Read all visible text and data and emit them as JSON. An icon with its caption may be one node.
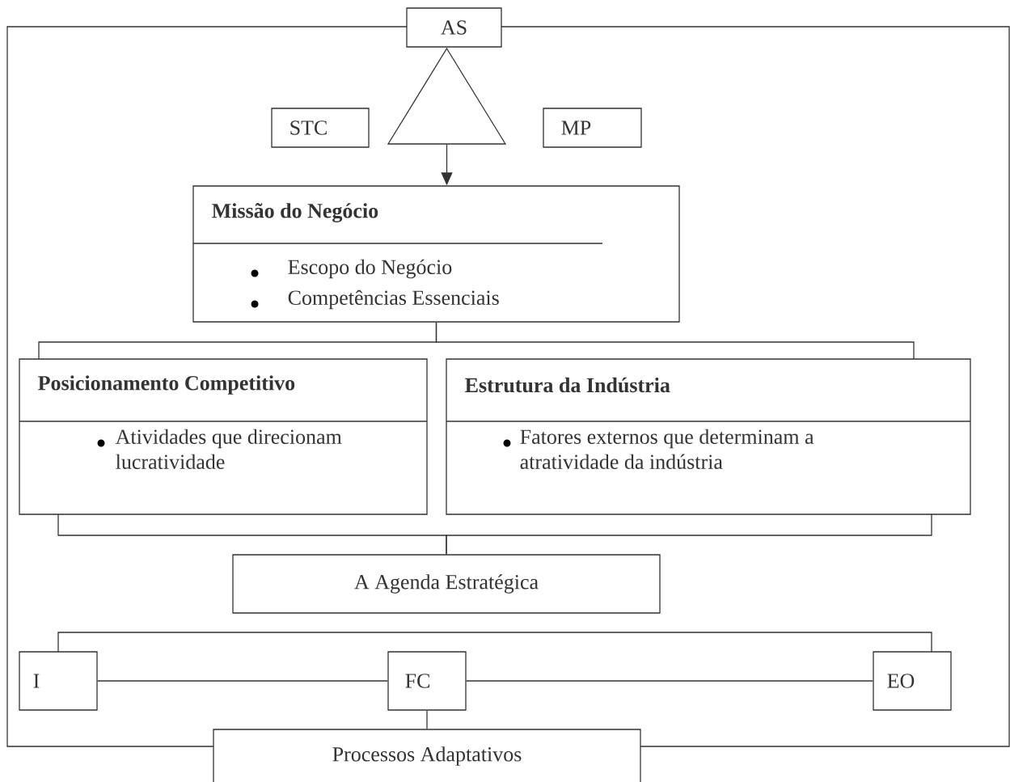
{
  "diagram": {
    "nodes": [
      {
        "text": [
          "AS"
        ]
      },
      {
        "text": [],
        "shape": "triangle"
      },
      {
        "text": [
          "STC"
        ]
      },
      {
        "text": [
          "MP"
        ]
      },
      {
        "text": [
          "Missão do Negócio",
          "Escopo do Negócio",
          "Competências Essenciais"
        ]
      },
      {
        "text": [
          "Posicionamento Competitivo",
          "Atividades que direcionam lucratividade"
        ]
      },
      {
        "text": [
          "Estrutura da Indústria",
          "Fatores externos que determinam a atratividade da indústria"
        ]
      },
      {
        "text": [
          "A Agenda Estratégica"
        ]
      },
      {
        "text": [
          "I"
        ]
      },
      {
        "text": [
          "FC"
        ]
      },
      {
        "text": [
          "EO"
        ]
      },
      {
        "text": [
          "Processos Adaptativos"
        ]
      }
    ],
    "edges": [
      {
        "from": 1,
        "to": 4,
        "arrow": "to"
      },
      {
        "from": 4,
        "to": 5,
        "arrow": "none"
      },
      {
        "from": 4,
        "to": 6,
        "arrow": "none"
      },
      {
        "from": 5,
        "to": 7,
        "arrow": "none"
      },
      {
        "from": 6,
        "to": 7,
        "arrow": "none"
      },
      {
        "from": 8,
        "to": 10,
        "arrow": "none"
      },
      {
        "from": 8,
        "to": 9,
        "arrow": "none"
      },
      {
        "from": 9,
        "to": 10,
        "arrow": "none"
      },
      {
        "from": 9,
        "to": 11,
        "arrow": "none"
      }
    ]
  }
}
